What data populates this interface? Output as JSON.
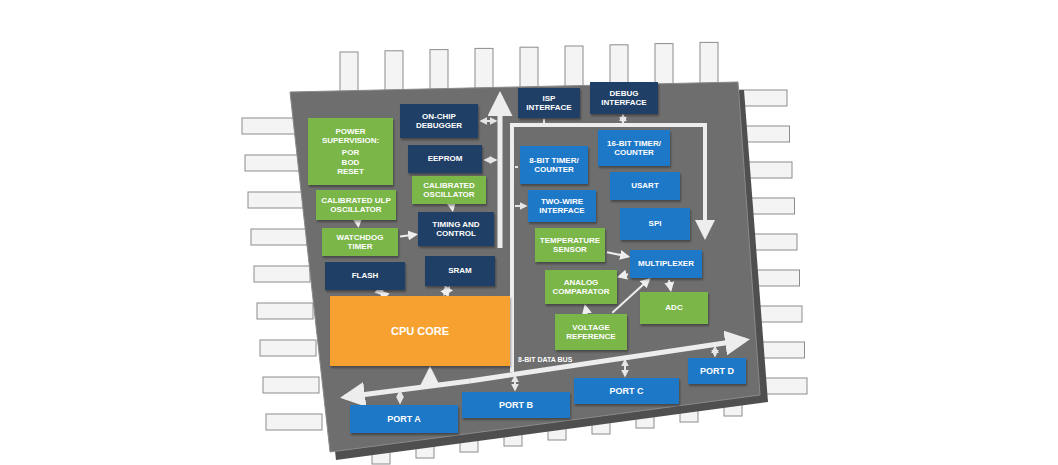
{
  "diagram": {
    "nodes": [
      {
        "text": [
          "POWER SUPERVISION:",
          "POR BOD RESET"
        ]
      },
      {
        "text": [
          "ON-CHIP DEBUGGER"
        ]
      },
      {
        "text": [
          "EEPROM"
        ]
      },
      {
        "text": [
          "CALIBRATED ULP OSCILLATOR"
        ]
      },
      {
        "text": [
          "CALIBRATED OSCILLATOR"
        ]
      },
      {
        "text": [
          "WATCHDOG TIMER"
        ]
      },
      {
        "text": [
          "TIMING AND CONTROL"
        ]
      },
      {
        "text": [
          "FLASH"
        ]
      },
      {
        "text": [
          "SRAM"
        ]
      },
      {
        "text": [
          "CPU CORE"
        ]
      },
      {
        "text": [
          "ISP INTERFACE"
        ]
      },
      {
        "text": [
          "DEBUG INTERFACE"
        ]
      },
      {
        "text": [
          "8-BIT TIMER/ COUNTER"
        ]
      },
      {
        "text": [
          "16-BIT TIMER/ COUNTER"
        ]
      },
      {
        "text": [
          "TWO-WIRE INTERFACE"
        ]
      },
      {
        "text": [
          "USART"
        ]
      },
      {
        "text": [
          "TEMPERATURE SENSOR"
        ]
      },
      {
        "text": [
          "SPI"
        ]
      },
      {
        "text": [
          "MULTIPLEXER"
        ]
      },
      {
        "text": [
          "ANALOG COMPARATOR"
        ]
      },
      {
        "text": [
          "ADC"
        ]
      },
      {
        "text": [
          "VOLTAGE REFERENCE"
        ]
      },
      {
        "text": [
          "PORT A"
        ]
      },
      {
        "text": [
          "PORT B"
        ]
      },
      {
        "text": [
          "PORT C"
        ]
      },
      {
        "text": [
          "PORT D"
        ]
      }
    ],
    "edges": [
      {
        "from": 3,
        "to": 5,
        "arrow": "to"
      },
      {
        "from": 4,
        "to": 6,
        "arrow": "to"
      },
      {
        "from": 5,
        "to": 6,
        "arrow": "to"
      },
      {
        "from": 7,
        "to": 9,
        "arrow": "both"
      },
      {
        "from": 8,
        "to": 9,
        "arrow": "both"
      },
      {
        "from": 16,
        "to": 18,
        "arrow": "to"
      },
      {
        "from": 18,
        "to": 19,
        "arrow": "to"
      },
      {
        "from": 21,
        "to": 19,
        "arrow": "to"
      },
      {
        "from": 21,
        "to": 18,
        "arrow": "to"
      },
      {
        "from": 18,
        "to": 20,
        "arrow": "to"
      }
    ],
    "labels": [
      "8-BIT DATA BUS"
    ]
  }
}
